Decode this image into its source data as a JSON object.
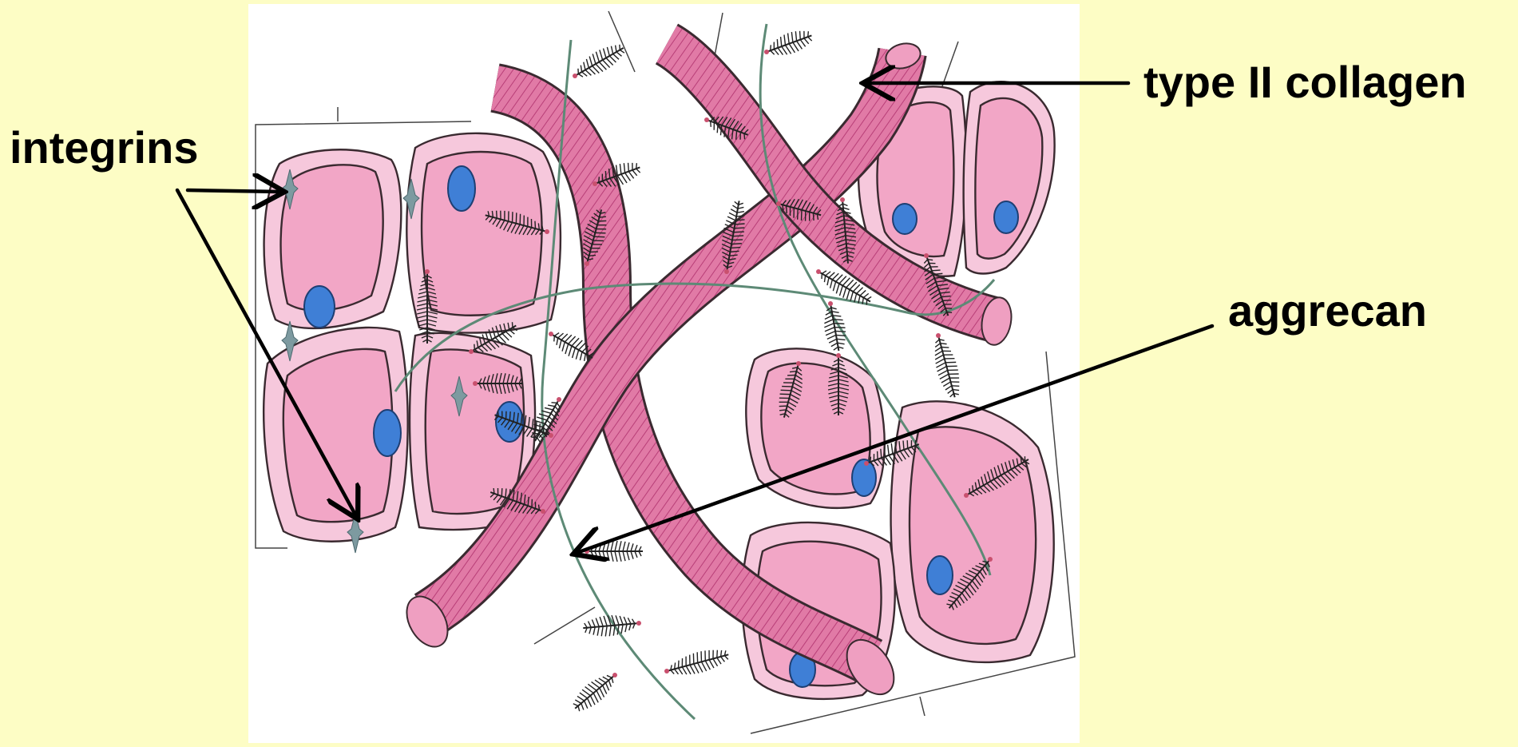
{
  "labels": {
    "integrins": "integrins",
    "type_ii_collagen": "type II collagen",
    "aggrecan": "aggrecan"
  },
  "colors": {
    "background": "#fdfdc5",
    "panel": "#ffffff",
    "cell_membrane": "#f6c8dc",
    "cytoplasm": "#f2a6c6",
    "nucleus": "#3f7fd6",
    "collagen_fibril": "#e17aa6",
    "collagen_band": "#b1336f",
    "aggrecan_core": "#5d8a76",
    "aggrecan_bristles": "#222222",
    "integrin_star": "#7d9aa0",
    "outline": "#3a2a30"
  },
  "icons": [
    "integrin-star-icon",
    "nucleus-icon",
    "aggrecan-bristle-icon"
  ]
}
